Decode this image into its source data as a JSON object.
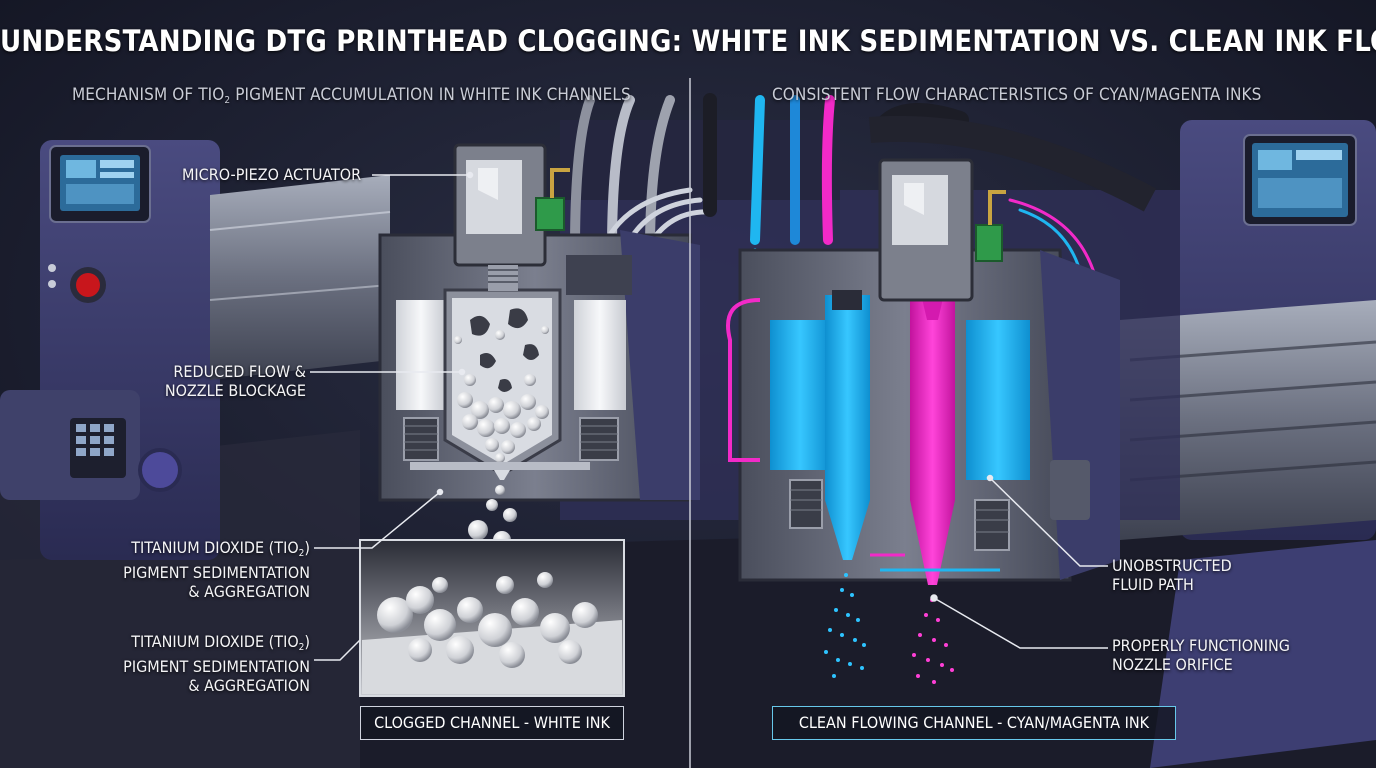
{
  "title": "UNDERSTANDING DTG PRINTHEAD CLOGGING: WHITE INK SEDIMENTATION VS. CLEAN INK FLOW",
  "left_panel": {
    "subtitle_pre": "MECHANISM OF TiO",
    "subtitle_sub": "2",
    "subtitle_post": " PIGMENT ACCUMULATION IN WHITE INK CHANNELS",
    "callouts": {
      "actuator": "MICRO-PIEZO ACTUATOR",
      "reduced_flow_line1": "REDUCED FLOW &",
      "reduced_flow_line2": "NOZZLE BLOCKAGE",
      "tio2_a_line1_pre": "TITANIUM DIOXIDE (TiO",
      "tio2_a_line1_sub": "2",
      "tio2_a_line1_post": ")",
      "tio2_a_line2": "PIGMENT SEDIMENTATION",
      "tio2_a_line3": "& AGGREGATION",
      "tio2_b_line1_pre": "TITANIUM DIOXIDE (TiO",
      "tio2_b_line1_sub": "2",
      "tio2_b_line1_post": ")",
      "tio2_b_line2": "PIGMENT SEDIMENTATION",
      "tio2_b_line3": "& AGGREGATION"
    },
    "caption": "CLOGGED CHANNEL - WHITE INK"
  },
  "right_panel": {
    "subtitle": "CONSISTENT FLOW CHARACTERISTICS OF CYAN/MAGENTA INKS",
    "callouts": {
      "unobstructed_line1": "UNOBSTRUCTED",
      "unobstructed_line2": "FLUID PATH",
      "nozzle_line1": "PROPERLY FUNCTIONING",
      "nozzle_line2": "NOZZLE ORIFICE"
    },
    "caption": "CLEAN FLOWING CHANNEL - CYAN/MAGENTA INK"
  },
  "colors": {
    "cyan_ink": "#1fb6f0",
    "magenta_ink": "#f22ac8",
    "white_ink": "#eef0f3",
    "machine_purple": "#3b3c6e",
    "housing_gray": "#5a5e6e",
    "filter_green": "#2f9a4a",
    "brass": "#c9a441",
    "stop_button": "#c8161c"
  },
  "icons": [
    "stop-button-icon",
    "keypad-icon",
    "touchscreen-icon",
    "piezo-actuator-icon",
    "nozzle-icon"
  ]
}
